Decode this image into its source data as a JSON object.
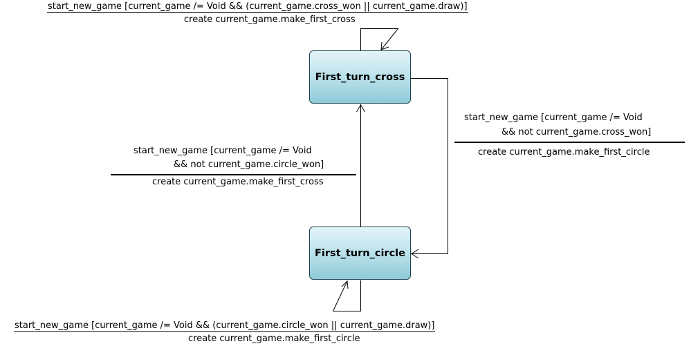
{
  "states": {
    "first_turn_cross": "First_turn_cross",
    "first_turn_circle": "First_turn_circle"
  },
  "transitions": {
    "cross_self": {
      "guard": "start_new_game [current_game /= Void && (current_game.cross_won || current_game.draw)]",
      "action": "create current_game.make_first_cross"
    },
    "cross_to_circle": {
      "guard_line1": "start_new_game [current_game /= Void",
      "guard_line2": "&& not current_game.cross_won]",
      "action": "create current_game.make_first_circle"
    },
    "circle_to_cross": {
      "guard_line1": "start_new_game [current_game /= Void",
      "guard_line2": "&& not current_game.circle_won]",
      "action": "create current_game.make_first_cross"
    },
    "circle_self": {
      "guard": "start_new_game [current_game /= Void && (current_game.circle_won || current_game.draw)]",
      "action": "create current_game.make_first_circle"
    }
  }
}
